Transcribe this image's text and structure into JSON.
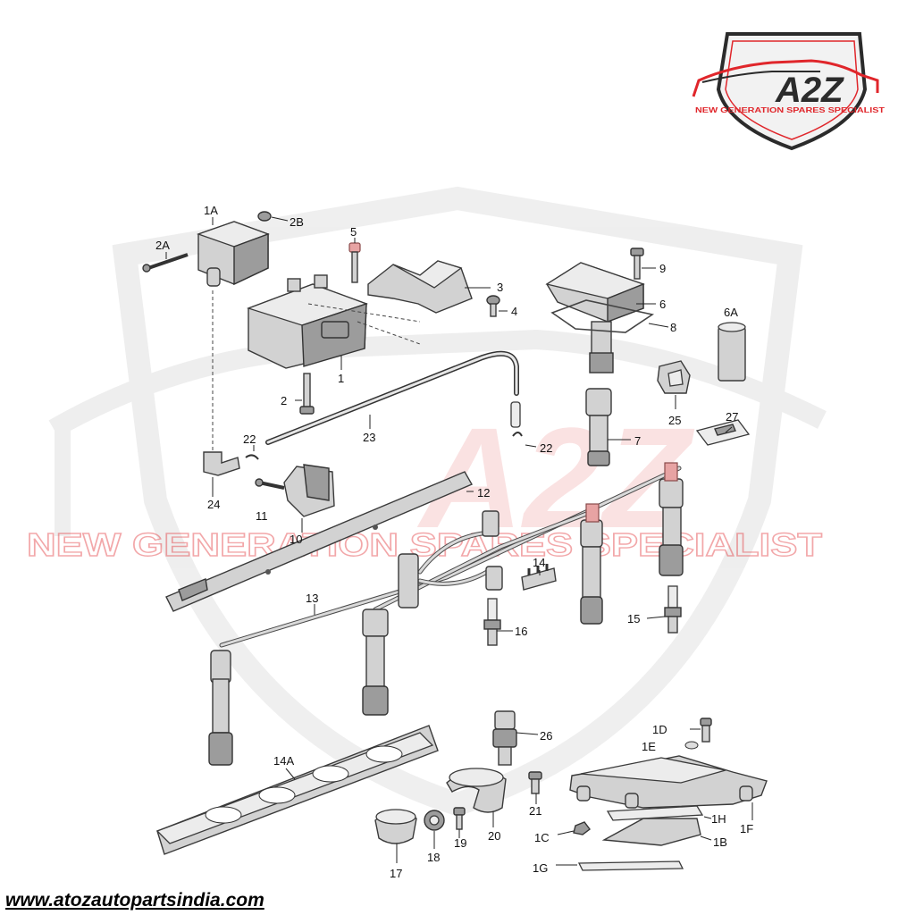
{
  "brand": {
    "logo_text": "A2Z",
    "tagline": "NEW GENERATION SPARES SPECIALIST",
    "watermark_text": "NEW GENERATION SPARES SPECIALIST",
    "watermark_logo_text": "A2Z",
    "colors": {
      "red": "#e0262b",
      "dark": "#2b2b2b"
    }
  },
  "website": "www.atozautopartsindia.com",
  "callouts": {
    "c1A": "1A",
    "c2B": "2B",
    "c2A": "2A",
    "c5": "5",
    "c3": "3",
    "c4": "4",
    "c9": "9",
    "c6": "6",
    "c8": "8",
    "c6A": "6A",
    "c1": "1",
    "c2": "2",
    "c23": "23",
    "c22a": "22",
    "c22b": "22",
    "c7": "7",
    "c25": "25",
    "c27": "27",
    "c24": "24",
    "c11": "11",
    "c12": "12",
    "c10": "10",
    "c14": "14",
    "c13": "13",
    "c15": "15",
    "c16": "16",
    "c26": "26",
    "c1D": "1D",
    "c1E": "1E",
    "c14A": "14A",
    "c21": "21",
    "c1H": "1H",
    "c1F": "1F",
    "c1C": "1C",
    "c1B": "1B",
    "c19": "19",
    "c20": "20",
    "c17": "17",
    "c18": "18",
    "c1G": "1G"
  }
}
